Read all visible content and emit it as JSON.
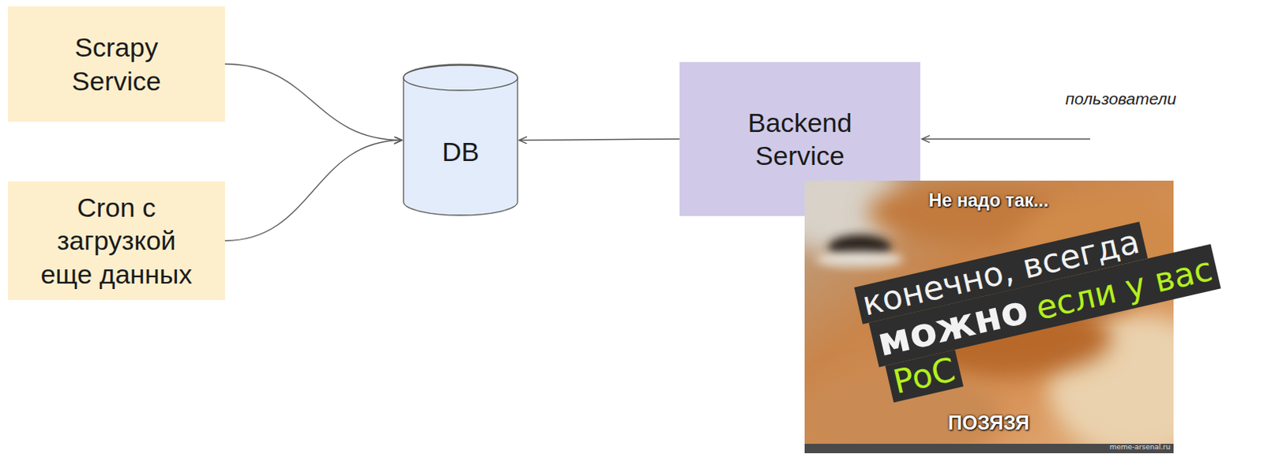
{
  "diagram": {
    "nodes": [
      {
        "text": [
          "Scrapy Service"
        ]
      },
      {
        "text": [
          "Cron с загрузкой еще данных"
        ]
      },
      {
        "text": [
          "DB"
        ]
      },
      {
        "text": [
          "Backend Service"
        ]
      }
    ],
    "edges": [
      {
        "from": 0,
        "to": 2,
        "arrow": "to"
      },
      {
        "from": 1,
        "to": 2,
        "arrow": "to"
      },
      {
        "from": 3,
        "to": 2,
        "arrow": "to"
      }
    ],
    "labels": [
      "пользователи",
      "Не надо так...",
      "конечно, всегда",
      "можно",
      "если у вас",
      "PoC",
      "ПОЗЯЗЯ",
      "meme-arsenal.ru"
    ]
  }
}
